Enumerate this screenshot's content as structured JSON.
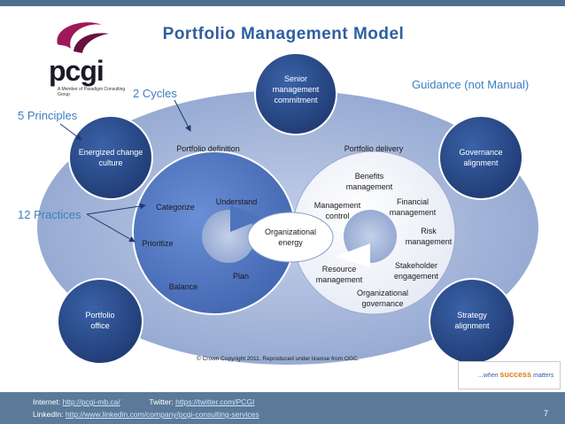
{
  "title": "Portfolio Management Model",
  "logo": {
    "name": "pcgi",
    "tagline": "A Member of Paradigm Consulting Group"
  },
  "annotations": {
    "cycles": "2 Cycles",
    "principles": "5 Principles",
    "practices": "12 Practices",
    "guidance": "Guidance (not Manual)"
  },
  "principles": {
    "senior": "Senior management commitment",
    "energized": "Energized change culture",
    "governance": "Governance alignment",
    "office": "Portfolio office",
    "strategy": "Strategy alignment"
  },
  "cycles": {
    "definition": "Portfolio definition",
    "delivery": "Portfolio delivery"
  },
  "definition_practices": {
    "understand": "Understand",
    "categorize": "Categorize",
    "prioritize": "Prioritize",
    "balance": "Balance",
    "plan": "Plan"
  },
  "delivery_practices": {
    "benefits": "Benefits management",
    "financial": "Financial management",
    "management_control": "Management control",
    "risk": "Risk management",
    "stakeholder": "Stakeholder engagement",
    "resource": "Resource management",
    "governance": "Organizational governance"
  },
  "center": "Organizational energy",
  "copyright": "© Crown Copyright 2011. Reproduced under license from OGC.",
  "badge": {
    "prefix": "...when",
    "highlight": "success",
    "suffix": "matters"
  },
  "footer": {
    "internet_label": "Internet:",
    "internet_url": "http://pcgi-mb.ca/",
    "twitter_label": "Twitter:",
    "twitter_url": "https://twitter.com/PCGI",
    "linkedin_label": "LinkedIn:",
    "linkedin_url": "http://www.linkedin.com/company/pcgi-consulting-services",
    "page": "7"
  },
  "colors": {
    "title": "#2f5fa0",
    "outer_ellipse": "#a7b7d9",
    "principle_circle": "#2b4a8a",
    "definition_cycle": "#4a6fb8",
    "delivery_cycle": "#f2f4f9",
    "annotation": "#3d7fbf",
    "footer": "#5b7a99"
  }
}
